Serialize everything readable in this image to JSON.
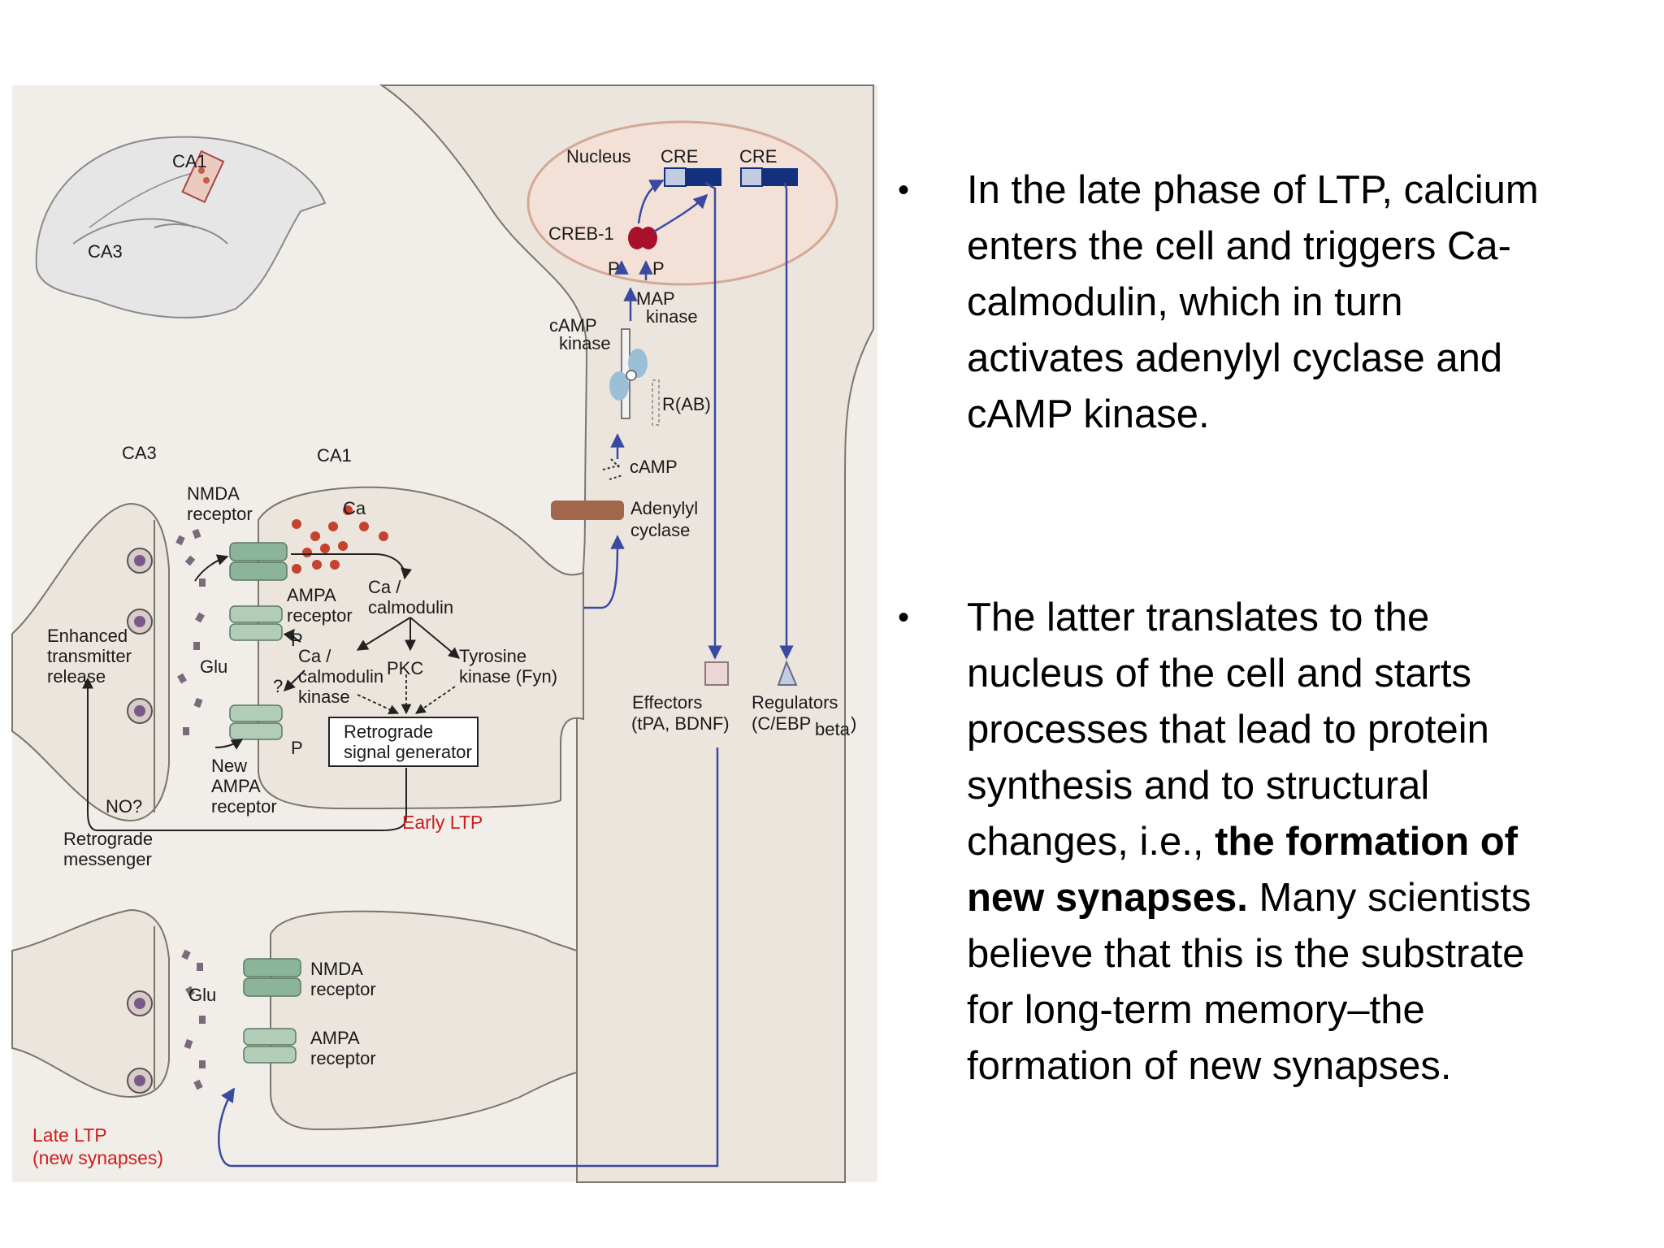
{
  "figure": {
    "labels": {
      "ca1_top": "CA1",
      "ca3_top": "CA3",
      "nucleus": "Nucleus",
      "cre1": "CRE",
      "cre2": "CRE",
      "creb1": "CREB-1",
      "p1": "P",
      "p2": "P",
      "map_kinase_1": "MAP",
      "map_kinase_2": "kinase",
      "camp_kinase_1": "cAMP",
      "camp_kinase_2": "kinase",
      "rab": "R(AB)",
      "camp": "cAMP",
      "adenylyl_1": "Adenylyl",
      "adenylyl_2": "cyclase",
      "ca3_mid": "CA3",
      "ca1_mid": "CA1",
      "nmda_1": "NMDA",
      "nmda_2": "receptor",
      "ca": "Ca",
      "ca_calmod_1": "Ca /",
      "ca_calmod_2": "calmodulin",
      "ampa_1": "AMPA",
      "ampa_2": "receptor",
      "enhanced_1": "Enhanced",
      "enhanced_2": "transmitter",
      "enhanced_3": "release",
      "glu": "Glu",
      "p3": "P",
      "cacmk_1": "Ca /",
      "cacmk_2": "calmodulin",
      "cacmk_3": "kinase",
      "q": "?",
      "pkc": "PKC",
      "tyrosine_1": "Tyrosine",
      "tyrosine_2": "kinase (Fyn)",
      "retro_gen_1": "Retrograde",
      "retro_gen_2": "signal generator",
      "p4": "P",
      "new_ampa_1": "New",
      "new_ampa_2": "AMPA",
      "new_ampa_3": "receptor",
      "no": "NO?",
      "retro_msg_1": "Retrograde",
      "retro_msg_2": "messenger",
      "early_ltp": "Early LTP",
      "effectors_1": "Effectors",
      "effectors_2": "(tPA, BDNF)",
      "regulators_1": "Regulators",
      "regulators_2": "(C/EBP",
      "regulators_sub": "beta",
      "regulators_close": ")",
      "glu2": "Glu",
      "nmda2_1": "NMDA",
      "nmda2_2": "receptor",
      "ampa2_1": "AMPA",
      "ampa2_2": "receptor",
      "late_ltp_1": "Late LTP",
      "late_ltp_2": "(new synapses)"
    },
    "colors": {
      "membrane_fill": "#ebe5de",
      "membrane_stroke": "#7a756f",
      "nucleus_fill": "#f3e1d8",
      "nucleus_stroke": "#d4a896",
      "arrow_blue": "#3a4aa0",
      "receptor_green": "#8cb49a",
      "calcium_red": "#c4422e",
      "creb_red": "#a8102c",
      "cre_dark": "#13307e",
      "cre_light": "#c3cbe3",
      "adenylyl_brown": "#a2664a",
      "label_red": "#cc1f1f"
    }
  },
  "bullets": {
    "b1": {
      "marker": "•",
      "line1": "In the late phase of LTP, calcium",
      "line2": "enters the cell and triggers Ca-",
      "line3": "calmodulin, which in turn",
      "line4": "activates adenylyl cyclase and",
      "line5": "cAMP kinase."
    },
    "b2": {
      "marker": "•",
      "line1": "The latter translates to the",
      "line2": "nucleus of the cell and starts",
      "line3": "processes that lead to protein",
      "line4": "synthesis and to structural",
      "line5a": "changes, i.e., ",
      "line5b": "the formation of",
      "line6a": "new synapses.",
      "line6b": " Many scientists",
      "line7": "believe that this is the substrate",
      "line8": "for long-term memory–the",
      "line9": "formation of new synapses."
    }
  }
}
